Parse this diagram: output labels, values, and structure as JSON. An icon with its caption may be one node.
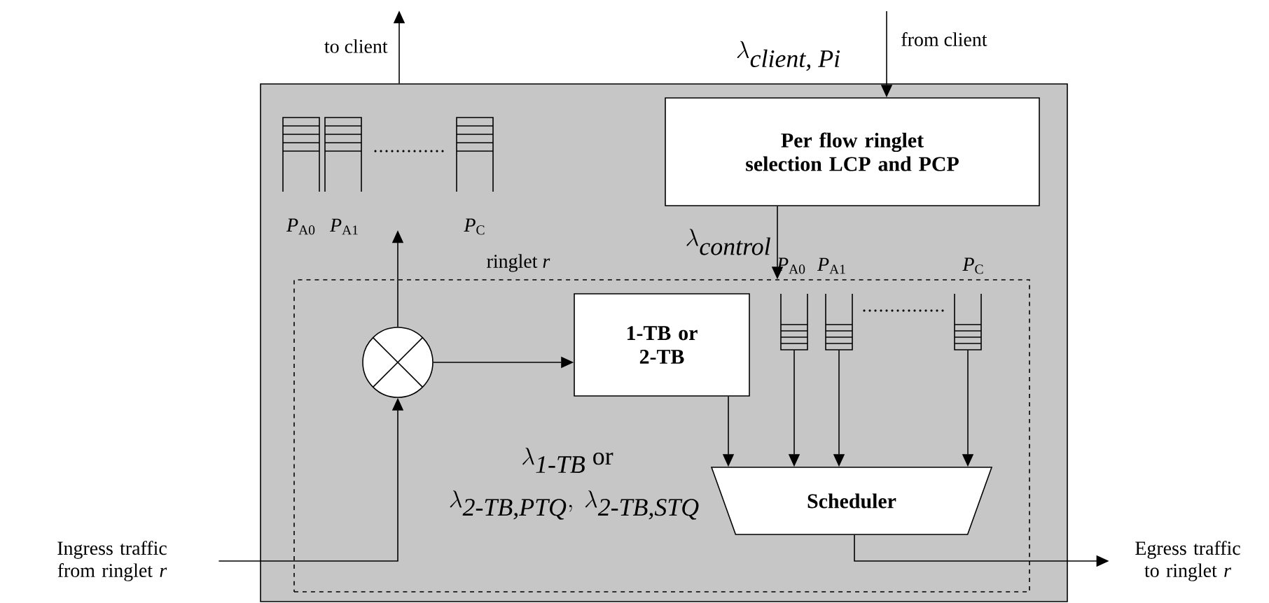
{
  "diagram": {
    "nodes": [
      {
        "text": [],
        "shape": "box"
      },
      {
        "text": [
          "Per flow ringlet selection LCP and PCP"
        ],
        "in": 0
      },
      {
        "text": [
          "*P*$_{A0}$"
        ],
        "in": 0
      },
      {
        "text": [
          "*P*$_{A1}$"
        ],
        "in": 0
      },
      {
        "text": [
          "*P*$_{C}$"
        ],
        "in": 0
      },
      {
        "text": [
          "ringlet *r*"
        ],
        "in": 0
      },
      {
        "text": [
          "*P*$_{A0}$"
        ],
        "in": 5
      },
      {
        "text": [
          "*P*$_{A1}$"
        ],
        "in": 5
      },
      {
        "text": [
          "*P*$_{C}$"
        ],
        "in": 5
      },
      {
        "text": [],
        "shape": "circle",
        "in": 5
      },
      {
        "text": [
          "1-TB or 2-TB"
        ],
        "in": 5
      },
      {
        "text": [
          "Scheduler"
        ],
        "in": 5
      },
      {
        "text": [
          "Ingress traffic from ringlet *r*"
        ]
      },
      {
        "text": [
          "Egress traffic to ringlet *r*"
        ]
      }
    ],
    "edges": [
      {
        "from": null,
        "to": 1,
        "arrow": "to",
        "label": "from client"
      },
      {
        "from": 0,
        "to": null,
        "arrow": "to",
        "label": "to client"
      },
      {
        "from": 1,
        "to": 5,
        "arrow": "to",
        "label": "\\lambda_{\\textit{control}}"
      },
      {
        "from": 9,
        "to": null,
        "arrow": "to"
      },
      {
        "from": 12,
        "to": 9,
        "arrow": "to"
      },
      {
        "from": 9,
        "to": 10,
        "arrow": "to"
      },
      {
        "from": 10,
        "to": 11,
        "arrow": "to"
      },
      {
        "from": 6,
        "to": 11,
        "arrow": "to"
      },
      {
        "from": 7,
        "to": 11,
        "arrow": "to"
      },
      {
        "from": 8,
        "to": 11,
        "arrow": "to"
      },
      {
        "from": 11,
        "to": 13,
        "arrow": "to"
      }
    ],
    "labels": [
      "\\lambda_{\\textit{client, Pi}}",
      "\\lambda_{\\textit{1-TB}}\\ \\mathrm{or}",
      "\\lambda_{\\textit{2-TB,PTQ}},\\ \\lambda_{\\textit{2-TB,STQ}}"
    ]
  }
}
